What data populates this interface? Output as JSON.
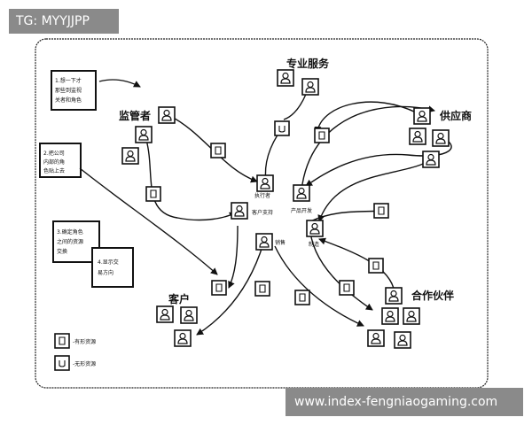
{
  "watermarks": {
    "top": "TG: MYYJJPP",
    "bottom": "www.index-fengniaogaming.com"
  },
  "diagram": {
    "notes": {
      "note1": [
        "1.想一下才",
        "那些到监视",
        "关者和角色"
      ],
      "note2": [
        "2.把公司",
        "内部的角",
        "色贴上去"
      ],
      "note3": [
        "3.确定角色",
        "之间的资源",
        "交换"
      ],
      "note4": [
        "4.显示交",
        "易方向"
      ]
    },
    "groups": {
      "services": "专业服务",
      "supervisor": "监管者",
      "supplier": "供应商",
      "customer": "客户",
      "partner": "合作伙伴"
    },
    "roles": {
      "executive": "执行者",
      "support": "客户支持",
      "product": "产品开发",
      "sales": "销售",
      "manufacturing": "制造"
    },
    "legend": {
      "tangible": "-有形资源",
      "intangible": "-无形资源"
    }
  }
}
